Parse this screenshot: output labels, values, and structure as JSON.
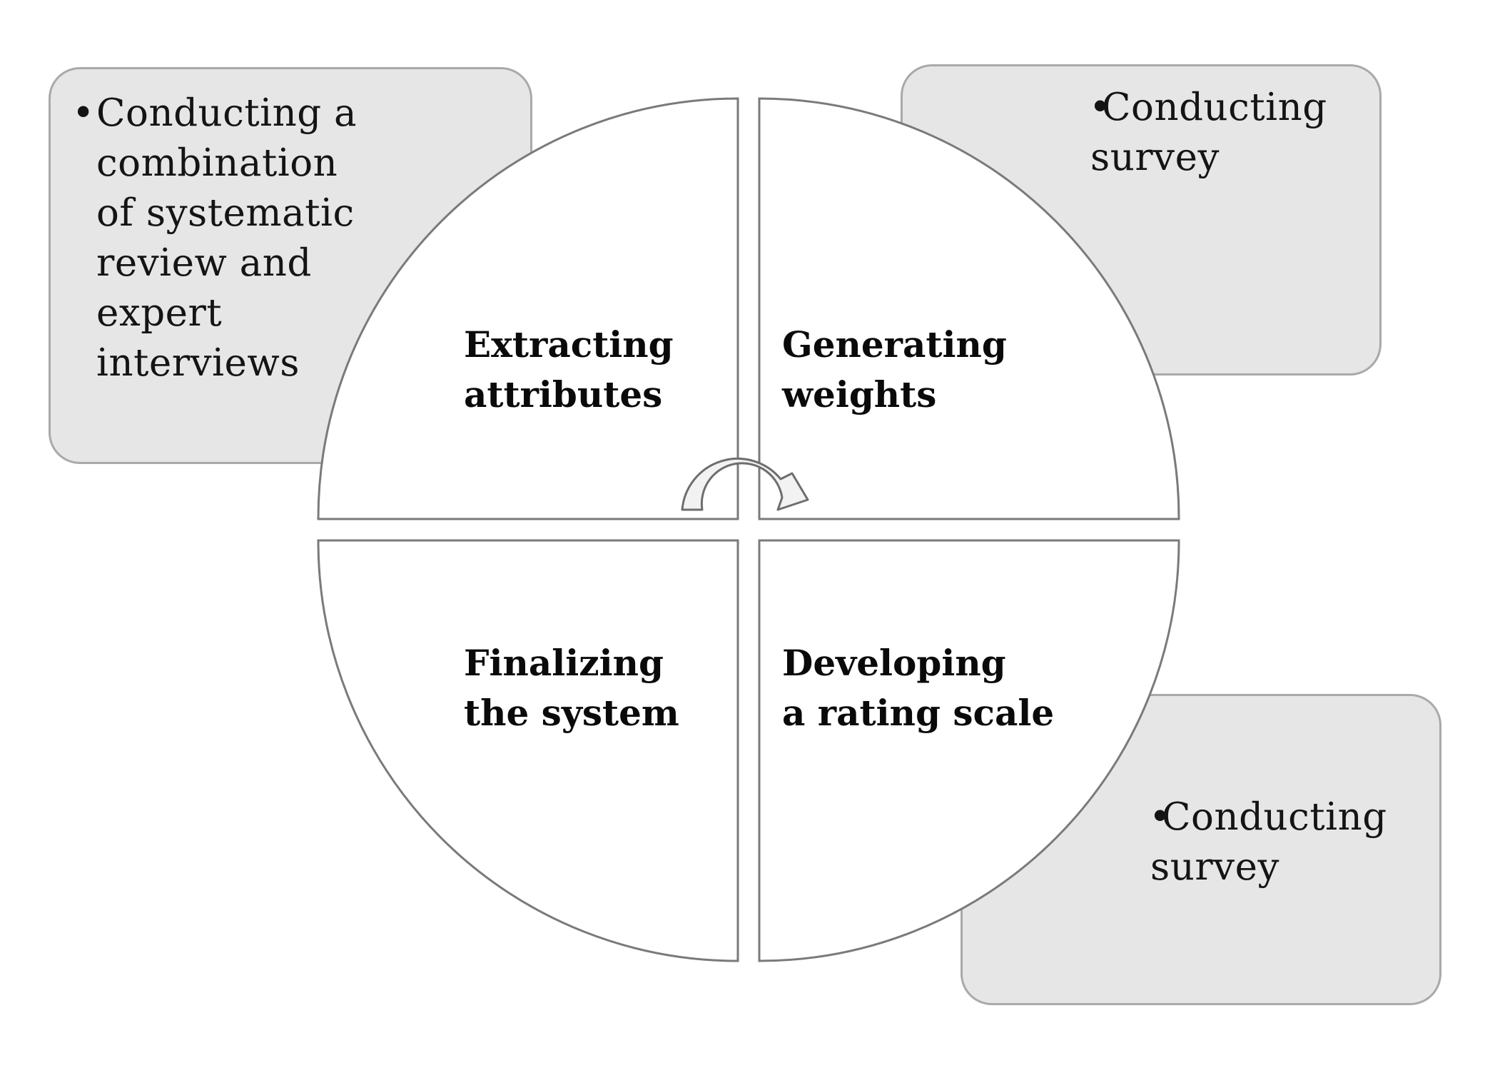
{
  "diagram": {
    "quadrants": [
      {
        "id": "top-left",
        "label": "Extracting\nattributes"
      },
      {
        "id": "top-right",
        "label": "Generating\nweights"
      },
      {
        "id": "bottom-left",
        "label": "Finalizing\nthe system"
      },
      {
        "id": "bottom-right",
        "label": "Developing\na rating scale"
      }
    ],
    "callouts": {
      "top_left": "Conducting a\ncombination\nof systematic\nreview and\nexpert\ninterviews",
      "top_right": "Conducting\nsurvey",
      "bottom_right": "Conducting\nsurvey"
    },
    "colors": {
      "callout_fill": "#e6e6e6",
      "callout_border": "#a9a9a9",
      "circle_fill": "#ffffff",
      "circle_stroke": "#7a7a7a"
    },
    "icons": {
      "cycle_arrow": "clockwise-curved-arrow-icon"
    }
  }
}
